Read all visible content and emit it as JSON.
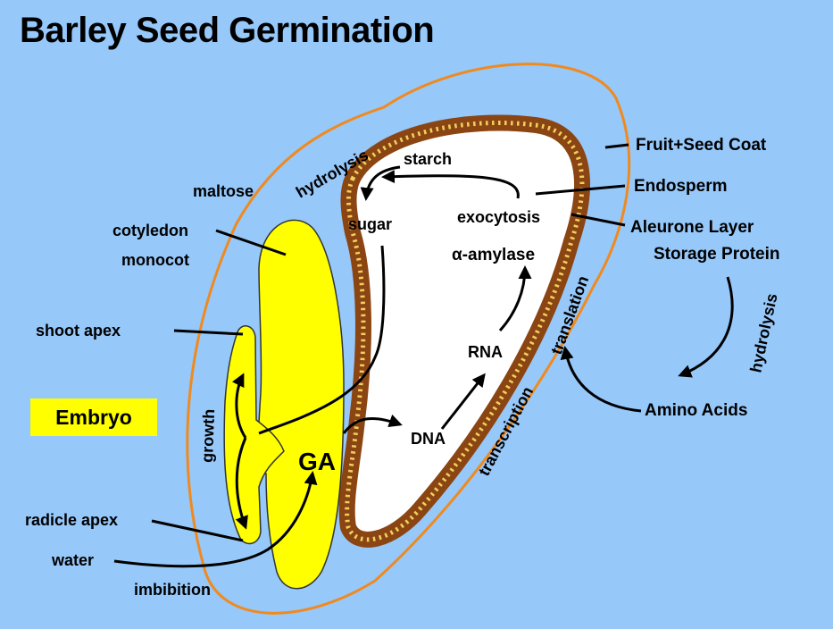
{
  "title": "Barley Seed Germination",
  "labels": {
    "fruit_seed_coat": "Fruit+Seed Coat",
    "endosperm": "Endosperm",
    "aleurone_layer": "Aleurone Layer",
    "storage_protein": "Storage Protein",
    "amino_acids": "Amino Acids",
    "hydrolysis_right": "hydrolysis",
    "hydrolysis_top": "hydrolysis",
    "maltose": "maltose",
    "cotyledon": "cotyledon",
    "monocot": "monocot",
    "shoot_apex": "shoot apex",
    "embryo": "Embryo",
    "radicle_apex": "radicle apex",
    "water": "water",
    "imbibition": "imbibition",
    "growth": "growth",
    "ga": "GA",
    "dna": "DNA",
    "rna": "RNA",
    "alpha_amylase": "α-amylase",
    "exocytosis": "exocytosis",
    "starch": "starch",
    "sugar": "sugar",
    "transcription": "transcription",
    "translation": "translation"
  },
  "colors": {
    "background": "#96c8fa",
    "seed_coat_outline": "#f08a1e",
    "aleurone": "#8b4513",
    "aleurone_dots": "#f0d060",
    "endosperm_fill": "#ffffff",
    "embryo_fill": "#ffff00",
    "embryo_box": "#ffff00"
  }
}
